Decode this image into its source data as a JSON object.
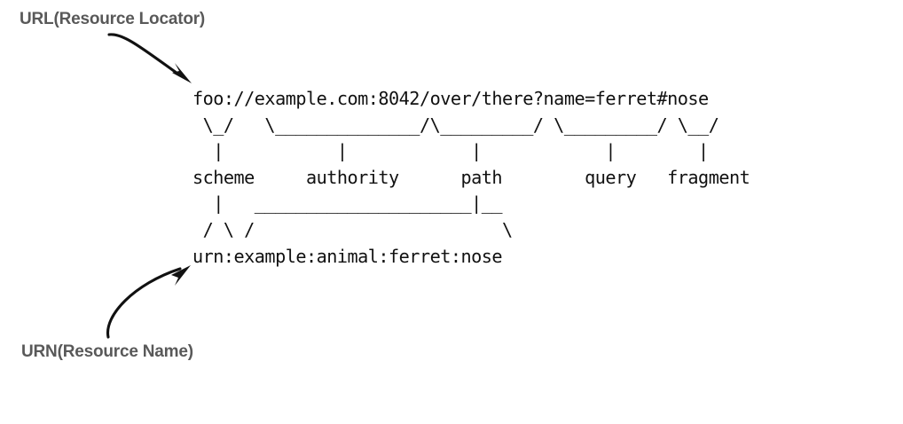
{
  "figure": {
    "kind": "uri-syntax-ascii-diagram",
    "background_color": "#ffffff",
    "text_color": "#111111",
    "annotation_color": "#595959"
  },
  "annotations": {
    "url_label": "URL(Resource Locator)",
    "urn_label": "URN(Resource Name)",
    "url_arrow": "curved-arrow-down-right",
    "urn_arrow": "curved-arrow-up-right"
  },
  "uri_examples": {
    "url": "foo://example.com:8042/over/there?name=ferret#nose",
    "urn": "urn:example:animal:ferret:nose"
  },
  "components": [
    {
      "name": "scheme",
      "value": "foo"
    },
    {
      "name": "authority",
      "value": "example.com:8042"
    },
    {
      "name": "path",
      "value": "/over/there"
    },
    {
      "name": "query",
      "value": "name=ferret"
    },
    {
      "name": "fragment",
      "value": "nose"
    }
  ],
  "ascii_lines": [
    "foo://example.com:8042/over/there?name=ferret#nose",
    " \\_/   \\______________/\\_________/ \\_________/ \\__/",
    "  |           |            |            |        |",
    "scheme     authority      path        query   fragment",
    "  |   _____________________|__",
    " / \\ /                        \\",
    "urn:example:animal:ferret:nose"
  ],
  "ascii_art": "foo://example.com:8042/over/there?name=ferret#nose\n \\_/   \\______________/\\_________/ \\_________/ \\__/\n  |           |            |            |        |\nscheme     authority      path        query   fragment\n  |   _____________________|__\n / \\ /                        \\\nurn:example:animal:ferret:nose"
}
